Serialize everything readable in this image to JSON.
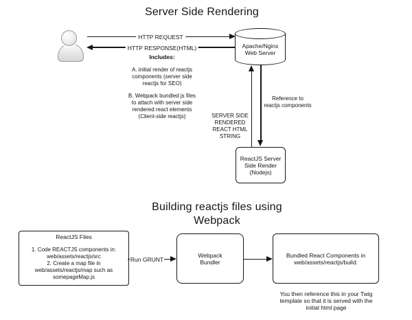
{
  "colors": {
    "line": "#161616",
    "text": "#141414",
    "background": "#ffffff",
    "person_icon_gray": "#9a9a9a"
  },
  "ssr_diagram": {
    "title": "Server Side Rendering",
    "user_icon": "person-icon",
    "http_request_label": "HTTP REQUEST",
    "http_response_label": "HTTP RESPONSE(HTML)",
    "includes_heading": "Includes:",
    "includes_item_a": "A. initial render of reactjs\ncomponents (server side\nreactjs for SEO)",
    "includes_item_b": "B. Webpack bundled js files\nto attach with server side\nrendered react elements\n(Client-side reactjs)",
    "web_server_label": "Apache/Nginx\nWeb Server",
    "ssr_string_label": "SERVER SIDE\nRENDERED\nREACT HTML\nSTRING",
    "reference_label": "Reference to\nreactjs components",
    "node_server_label": "ReactJS Server\nSide Render\n(Nodejs)"
  },
  "webpack_diagram": {
    "title": "Building reactjs files using\nWebpack",
    "files_box_title": "ReactJS Files",
    "files_box_body": "1. Code REACTJS components in:\nweb/assets/reactjs/src\n2. Create a map file in\nweb/assets/reactjs/map such as\nsomepageMap.js",
    "run_grunt_label": "Run GRUNT",
    "webpack_box_label": "Webpack\nBundler",
    "bundled_box_label": "Bundled React Components in\nweb/assets/reactjs/build:",
    "twig_note": "You then reference this in your Twig\ntemplate so that it is served with the\ninitial html page"
  }
}
